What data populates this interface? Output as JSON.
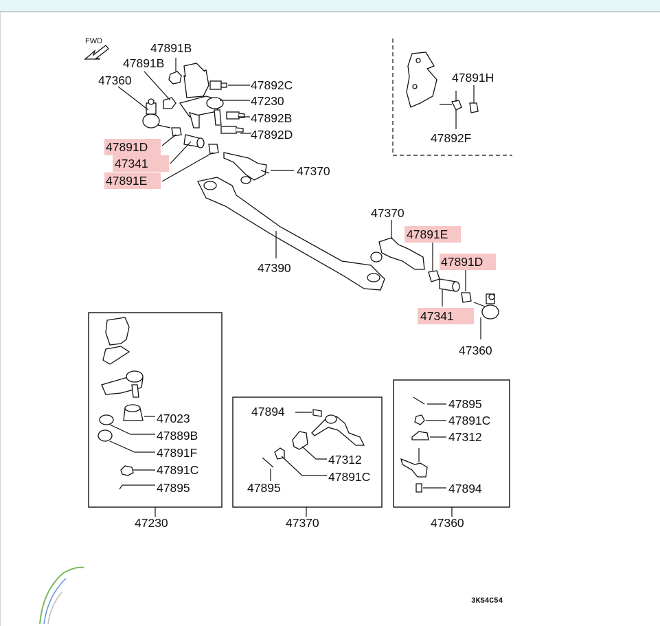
{
  "orientation": "FWD",
  "drawing_code": "3KS4C54",
  "labels": {
    "l47891B_a": "47891B",
    "l47891B_b": "47891B",
    "l47360_a": "47360",
    "l47892C": "47892C",
    "l47230": "47230",
    "l47892B": "47892B",
    "l47892D": "47892D",
    "l47891D_a": "47891D",
    "l47341_a": "47341",
    "l47891E_a": "47891E",
    "l47370_a": "47370",
    "l47390": "47390",
    "l47370_b": "47370",
    "l47891E_b": "47891E",
    "l47891D_b": "47891D",
    "l47341_b": "47341",
    "l47360_b": "47360",
    "l47891H": "47891H",
    "l47892F": "47892F"
  },
  "highlight_color": "#f7c6c6",
  "detail_boxes": {
    "b47230": {
      "assembly": "47230",
      "items": [
        "47023",
        "47889B",
        "47891F",
        "47891C",
        "47895"
      ]
    },
    "b47370": {
      "assembly": "47370",
      "items": [
        "47894",
        "47312",
        "47891C",
        "47895"
      ]
    },
    "b47360": {
      "assembly": "47360",
      "items": [
        "47895",
        "47891C",
        "47312",
        "47894"
      ]
    }
  }
}
